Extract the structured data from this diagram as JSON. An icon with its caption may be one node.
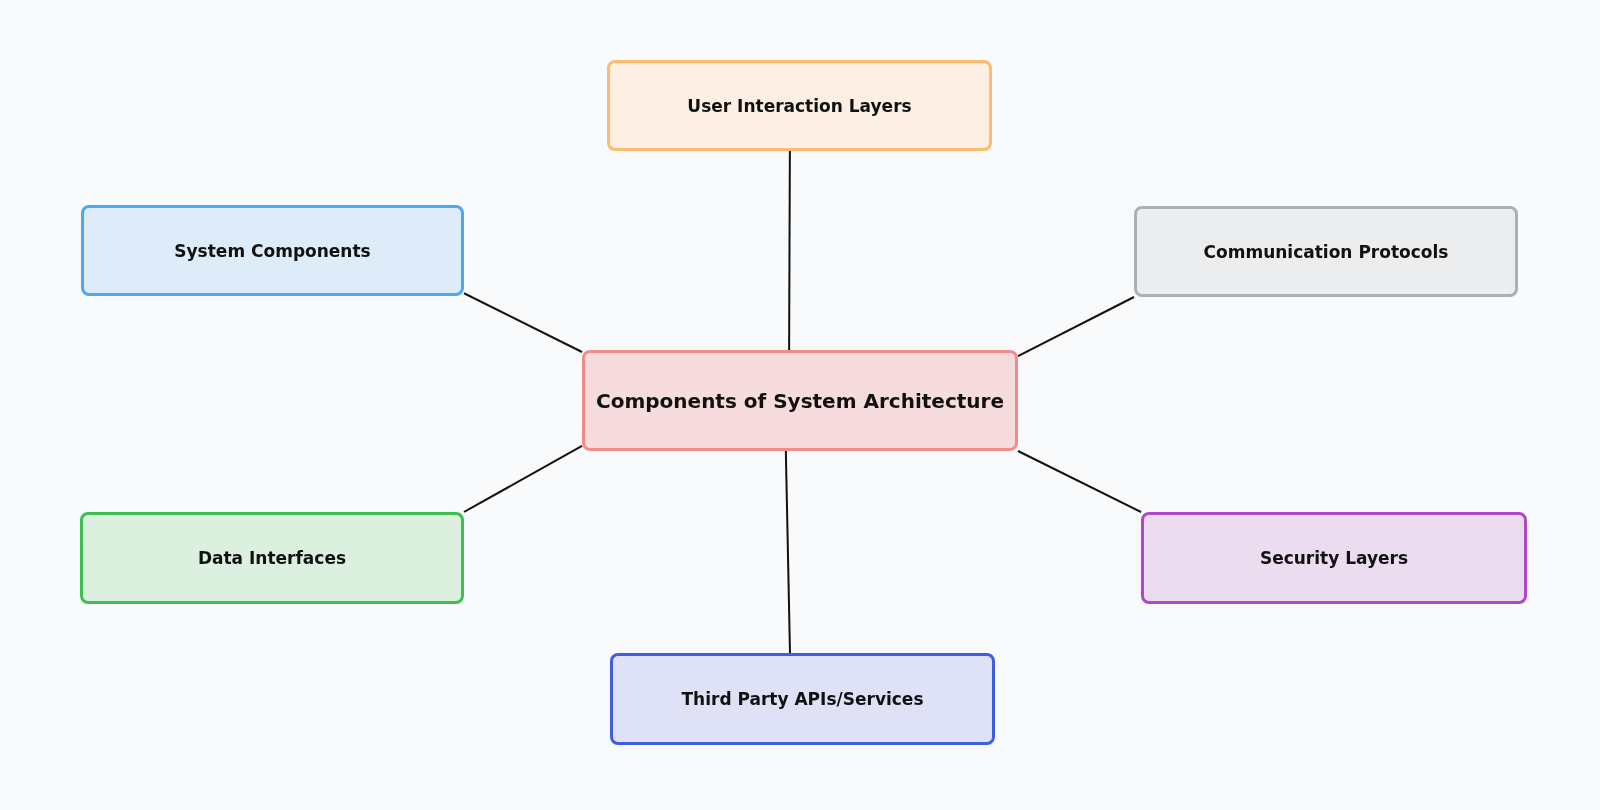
{
  "diagram": {
    "nodes": [
      {
        "text": [
          "User Interaction Layers"
        ]
      },
      {
        "text": [
          "System Components"
        ]
      },
      {
        "text": [
          "Communication Protocols"
        ]
      },
      {
        "text": [
          "Components of System Architecture"
        ]
      },
      {
        "text": [
          "Data Interfaces"
        ]
      },
      {
        "text": [
          "Security Layers"
        ]
      },
      {
        "text": [
          "Third Party APIs/Services"
        ]
      }
    ],
    "edges": [
      {
        "from": 3,
        "to": 0,
        "arrow": "none"
      },
      {
        "from": 3,
        "to": 1,
        "arrow": "none"
      },
      {
        "from": 3,
        "to": 2,
        "arrow": "none"
      },
      {
        "from": 3,
        "to": 4,
        "arrow": "none"
      },
      {
        "from": 3,
        "to": 5,
        "arrow": "none"
      },
      {
        "from": 3,
        "to": 6,
        "arrow": "none"
      }
    ]
  }
}
